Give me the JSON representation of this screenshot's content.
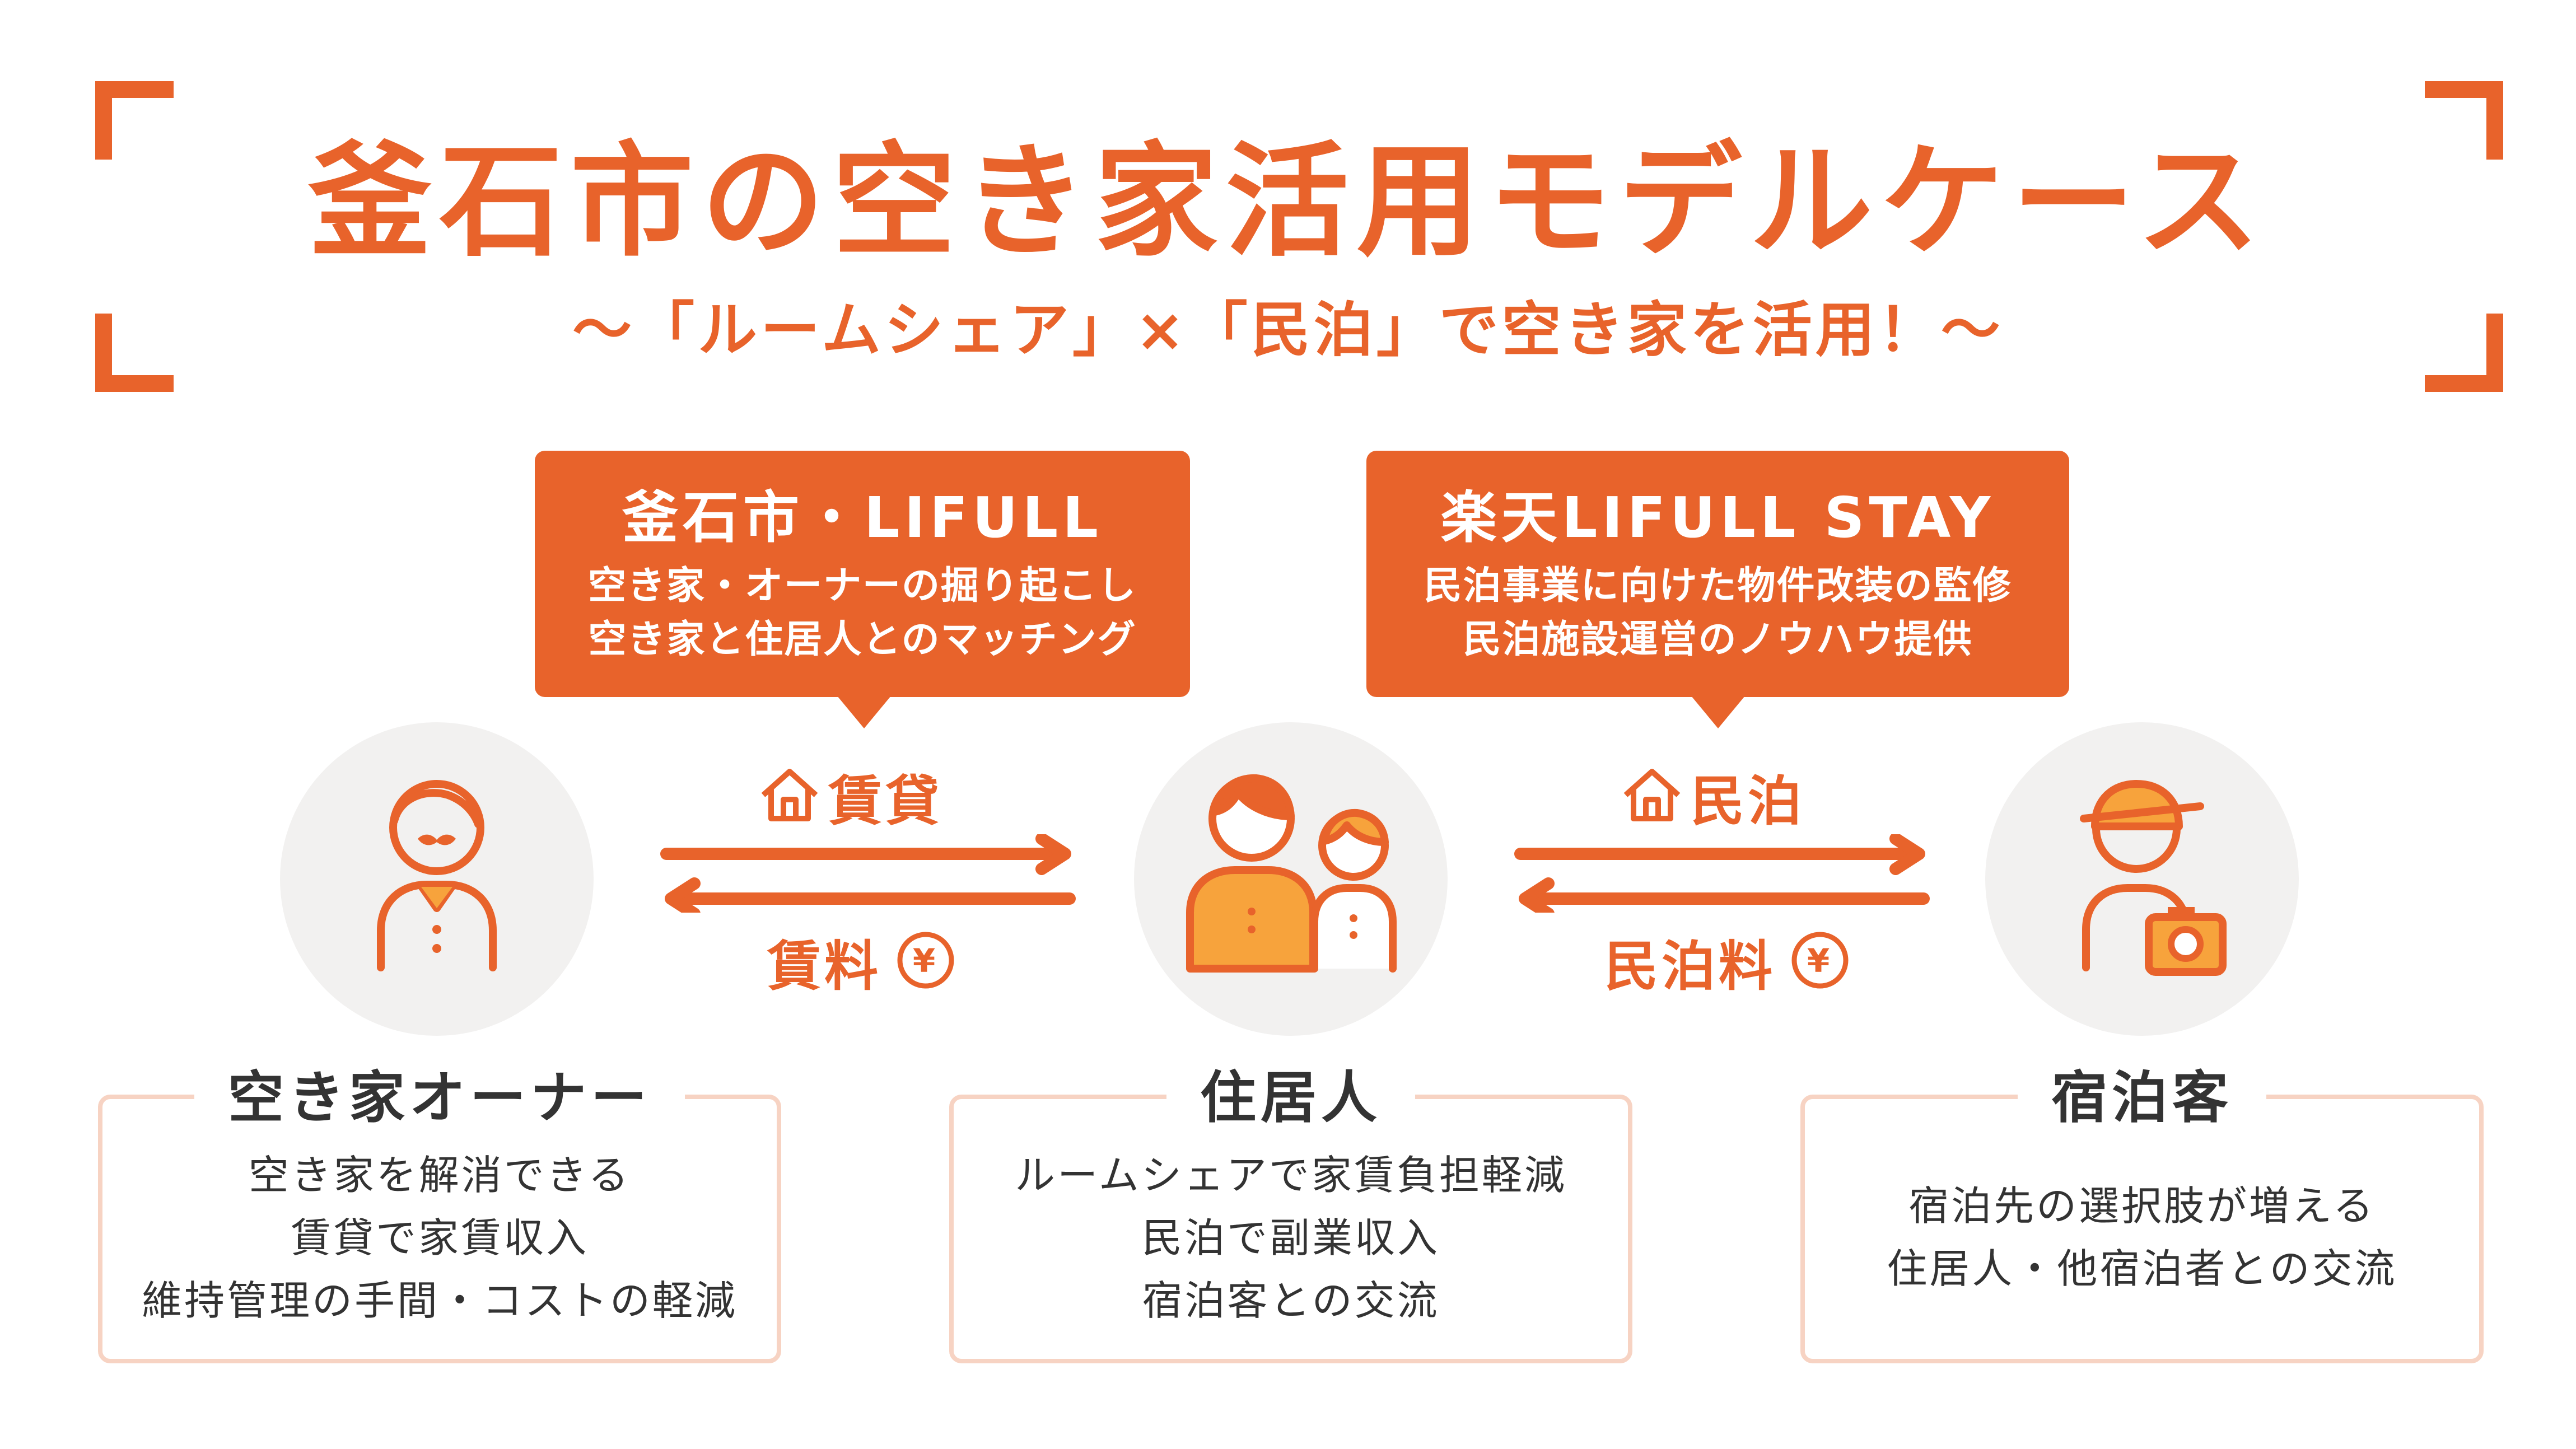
{
  "header": {
    "title": "釜石市の空き家活用モデルケース",
    "subtitle": "〜「ルームシェア」×「民泊」で空き家を活用！〜"
  },
  "callouts": [
    {
      "title": "釜石市・LIFULL",
      "lines": [
        "空き家・オーナーの掘り起こし",
        "空き家と住居人とのマッチング"
      ]
    },
    {
      "title": "楽天LIFULL STAY",
      "lines": [
        "民泊事業に向けた物件改装の監修",
        "民泊施設運営のノウハウ提供"
      ]
    }
  ],
  "flows": [
    {
      "top_label": "賃貸",
      "top_icon": "house-icon",
      "bottom_label": "賃料",
      "bottom_icon": "yen-icon"
    },
    {
      "top_label": "民泊",
      "top_icon": "house-icon",
      "bottom_label": "民泊料",
      "bottom_icon": "yen-icon"
    }
  ],
  "actors": [
    {
      "name": "空き家オーナー",
      "icon": "owner-person-icon",
      "lines": [
        "空き家を解消できる",
        "賃貸で家賃収入",
        "維持管理の手間・コストの軽減"
      ]
    },
    {
      "name": "住居人",
      "icon": "residents-icon",
      "lines": [
        "ルームシェアで家賃負担軽減",
        "民泊で副業収入",
        "宿泊客との交流"
      ]
    },
    {
      "name": "宿泊客",
      "icon": "traveler-camera-icon",
      "lines": [
        "宿泊先の選択肢が増える",
        "住居人・他宿泊者との交流"
      ]
    }
  ],
  "colors": {
    "accent": "#e8632b",
    "accent_light": "#f7a33c",
    "box_border": "#f7d3c3",
    "circle_bg": "#f2f1f0",
    "text": "#333333"
  }
}
